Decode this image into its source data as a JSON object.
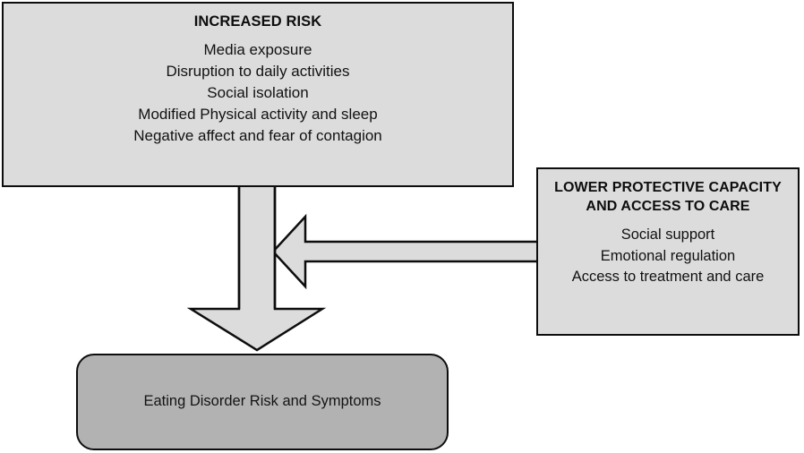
{
  "figure": {
    "type": "conceptual-flow-diagram",
    "background_color": "#ffffff",
    "outline_color": "#0d0d0d"
  },
  "nodes": {
    "increased_risk": {
      "title": "INCREASED RISK",
      "fill_color": "#dcdcdc",
      "lines": [
        "Media exposure",
        "Disruption to daily activities",
        "Social isolation",
        "Modified Physical activity and sleep",
        "Negative affect and fear of contagion"
      ]
    },
    "lower_protective": {
      "title_line1": "LOWER PROTECTIVE CAPACITY",
      "title_line2": "AND ACCESS TO CARE",
      "fill_color": "#dcdcdc",
      "lines": [
        "Social support",
        "Emotional regulation",
        "Access to treatment and care"
      ]
    },
    "outcome": {
      "label": "Eating Disorder Risk and Symptoms",
      "fill_color": "#b2b2b2"
    }
  },
  "connectors": [
    {
      "name": "increased-risk-to-outcome",
      "direction": "down",
      "from": "increased_risk",
      "to": "outcome",
      "fill_color": "#dcdcdc"
    },
    {
      "name": "lower-protective-to-main-arrow",
      "direction": "left",
      "from": "lower_protective",
      "to": "increased-risk-to-outcome",
      "fill_color": "#dcdcdc"
    }
  ]
}
